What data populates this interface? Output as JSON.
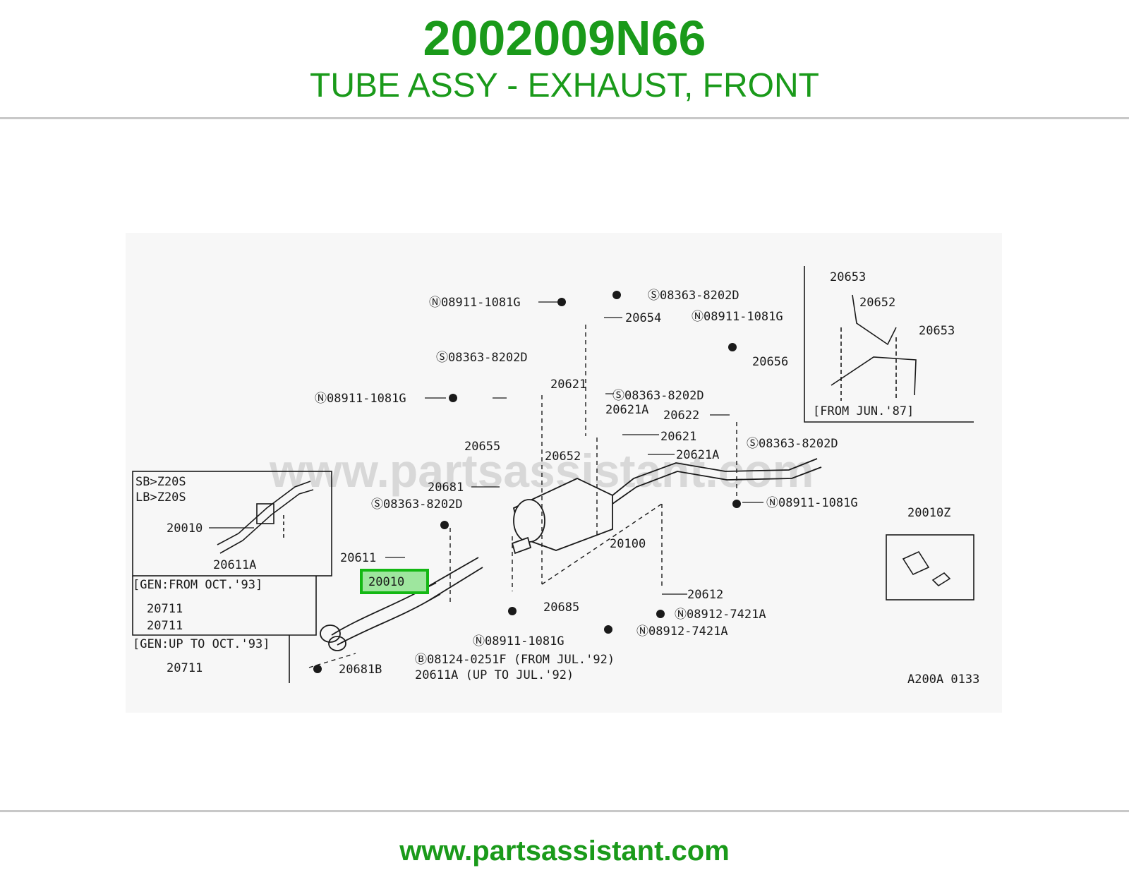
{
  "header": {
    "part_number": "2002009N66",
    "part_description": "TUBE ASSY - EXHAUST, FRONT"
  },
  "diagram": {
    "watermark": "www.partsassistant.com",
    "highlight_label": "20010",
    "figure_code": "A200A 0133",
    "inset_top_right_note": "[FROM JUN.'87]",
    "inset_left_variant_1": "SB>Z20S",
    "inset_left_variant_2": "LB>Z20S",
    "inset_left_gen_from": "[GEN:FROM OCT.'93]",
    "inset_left_gen_upto": "[GEN:UP TO OCT.'93]",
    "labels": {
      "n_08911_top": "Ⓝ08911-1081G",
      "s_08363_top": "Ⓢ08363-8202D",
      "p20654": "20654",
      "n_08911_r1": "Ⓝ08911-1081G",
      "p20656": "20656",
      "s_08363_left": "Ⓢ08363-8202D",
      "p20621_a": "20621",
      "n_08911_left": "Ⓝ08911-1081G",
      "p20621a_a": "20621A",
      "s_08363_mid": "Ⓢ08363-8202D",
      "p20622": "20622",
      "p20655": "20655",
      "p20621_b": "20621",
      "p20652": "20652",
      "p20621a_b": "20621A",
      "s_08363_right": "Ⓢ08363-8202D",
      "p20681": "20681",
      "s_08363_lower": "Ⓢ08363-8202D",
      "n_08911_r2": "Ⓝ08911-1081G",
      "p20100": "20100",
      "p20611": "20611",
      "p20612": "20612",
      "p20685": "20685",
      "n_08912_a": "Ⓝ08912-7421A",
      "n_08912_b": "Ⓝ08912-7421A",
      "n_08911_bottom": "Ⓝ08911-1081G",
      "b_08124": "Ⓑ08124-0251F (FROM JUL.'92)",
      "p20611a_upto": "20611A (UP TO JUL.'92)",
      "p20681b": "20681B",
      "inset_20010": "20010",
      "inset_20611a": "20611A",
      "p20711_1": "20711",
      "p20711_2": "20711",
      "p20711_3": "20711",
      "tr_20653_a": "20653",
      "tr_20652": "20652",
      "tr_20653_b": "20653",
      "kit_20010z": "20010Z"
    }
  },
  "footer": {
    "website": "www.partsassistant.com"
  }
}
